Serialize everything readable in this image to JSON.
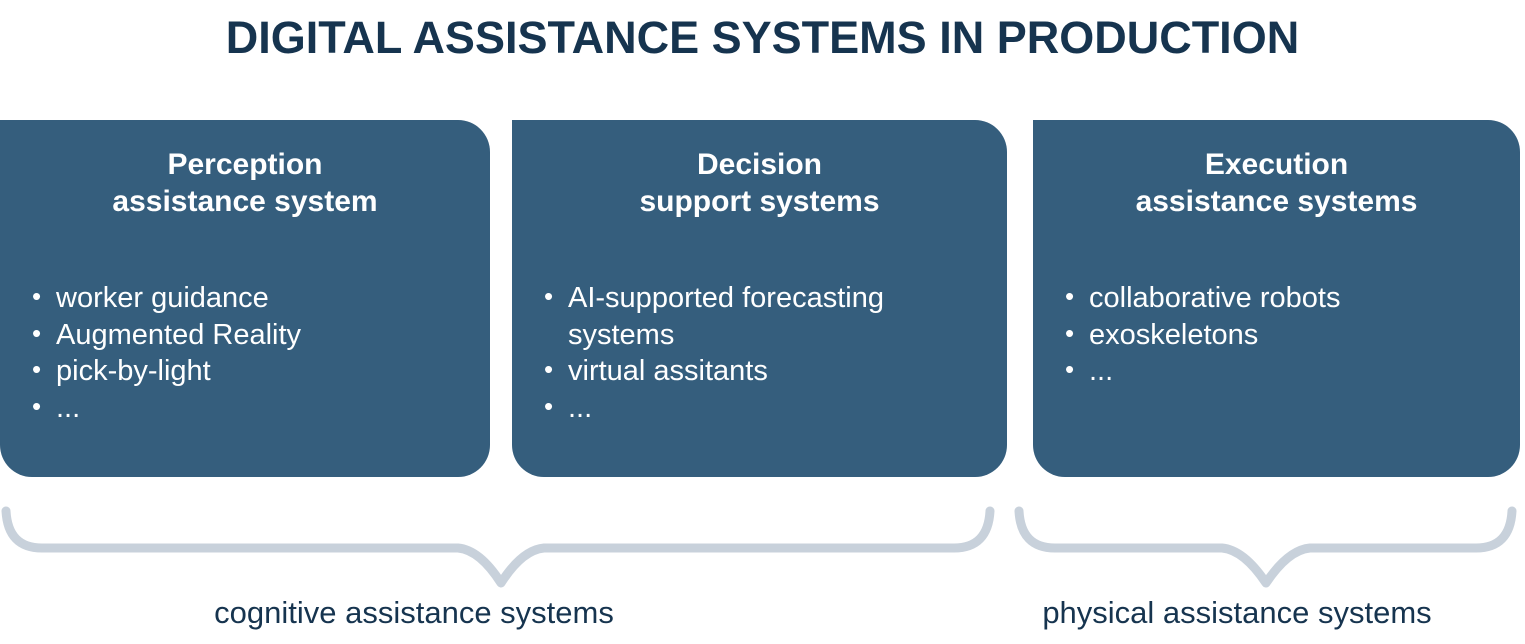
{
  "title": "DIGITAL ASSISTANCE SYSTEMS IN PRODUCTION",
  "bullet_char": "•",
  "colors": {
    "background": "#FFFFFF",
    "box": "#355E7D",
    "box_text": "#FFFFFF",
    "title": "#16344F",
    "brace": "#C8D1DB"
  },
  "boxes": [
    {
      "title": "Perception\nassistance system",
      "bullets": [
        "worker guidance",
        "Augmented Reality",
        "pick-by-light",
        "..."
      ]
    },
    {
      "title": "Decision\nsupport systems",
      "bullets": [
        "AI-supported forecasting\nsystems",
        "virtual assitants",
        "..."
      ]
    },
    {
      "title": "Execution\nassistance systems",
      "bullets": [
        "collaborative robots",
        "exoskeletons",
        "..."
      ]
    }
  ],
  "groups": [
    {
      "label": "cognitive assistance systems"
    },
    {
      "label": "physical assistance systems"
    }
  ]
}
